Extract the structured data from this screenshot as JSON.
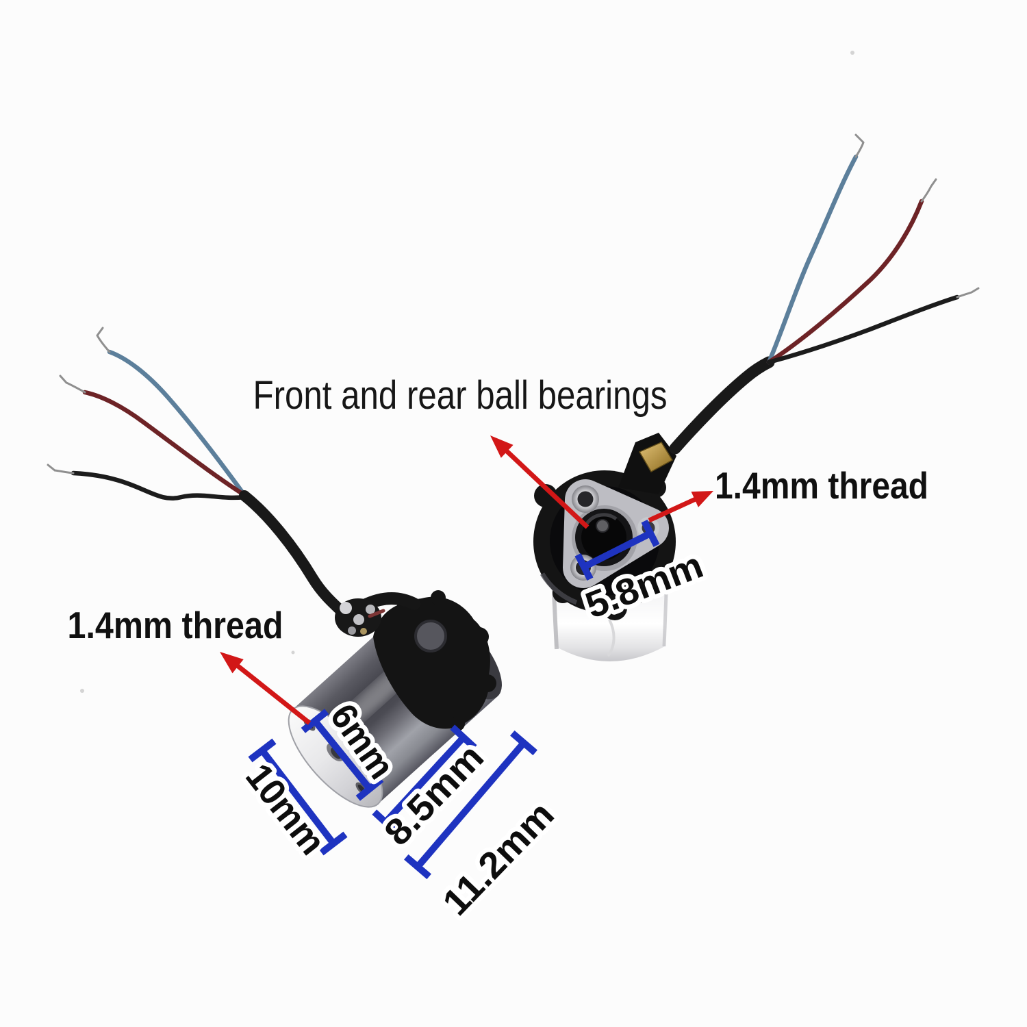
{
  "annotations": {
    "title": "Front and rear ball bearings",
    "thread_left": "1.4mm thread",
    "thread_right": "1.4mm thread"
  },
  "dimensions": {
    "plate_hole_spacing": "5.8mm",
    "face_hole_spacing": "6mm",
    "face_diameter": "10mm",
    "body_length": "8.5mm",
    "total_length": "11.2mm"
  },
  "colors": {
    "background": "#fcfcfc",
    "dimension_blue": "#1e33c0",
    "arrow_red": "#d21717",
    "wire_blue": "#5c7f9b",
    "wire_red": "#6d2326",
    "wire_black": "#1c1c1c",
    "wire_sheath_black": "#191919",
    "bare_wire_gray": "#8f8f8f",
    "text_black": "#111111"
  }
}
